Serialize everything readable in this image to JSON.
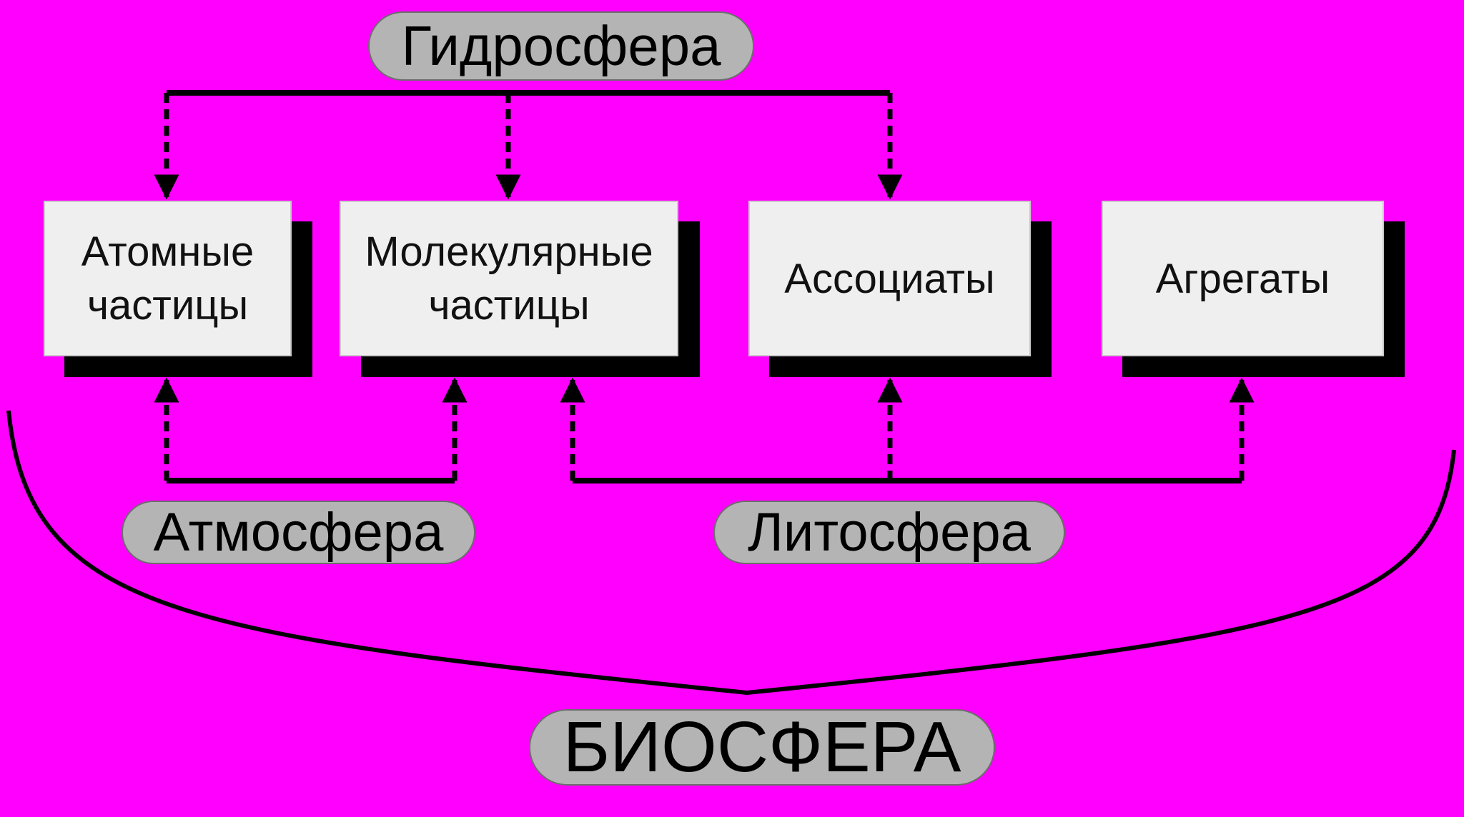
{
  "colors": {
    "background": "#ff00ff",
    "box_fill": "#efefef",
    "box_shadow": "#000000",
    "pill_fill": "#b4b4b4",
    "line": "#000000"
  },
  "top_label": "Гидросфера",
  "boxes": [
    {
      "id": "atomic",
      "label": "Атомные\nчастицы"
    },
    {
      "id": "molecular",
      "label": "Молекулярные\nчастицы"
    },
    {
      "id": "associates",
      "label": "Ассоциаты"
    },
    {
      "id": "aggregates",
      "label": "Агрегаты"
    }
  ],
  "bottom_labels": {
    "left": "Атмосфера",
    "right": "Литосфера"
  },
  "footer_label": "БИОСФЕРА"
}
